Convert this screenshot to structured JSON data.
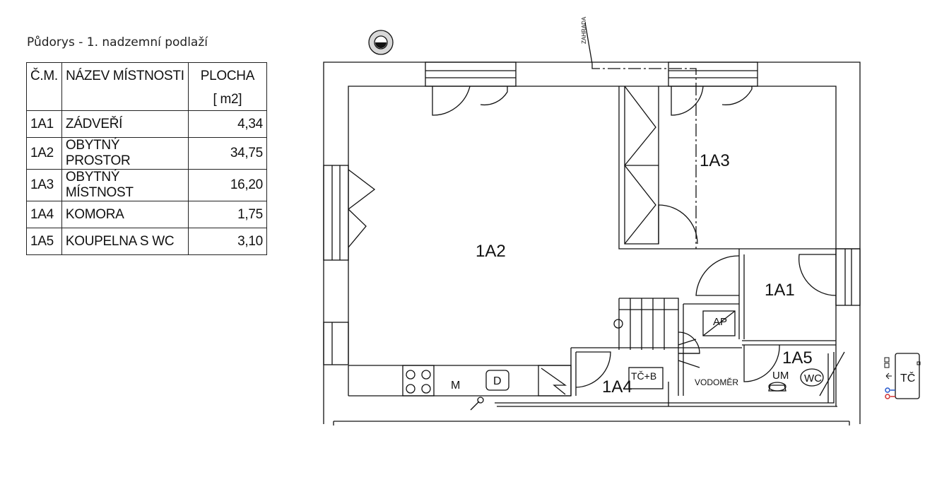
{
  "caption": "Půdorys - 1. nadzemní podlaží",
  "table": {
    "headers": {
      "code": "Č.M.",
      "name": "NÁZEV MÍSTNOSTI",
      "area": "PLOCHA",
      "unit": "[ m2]"
    },
    "rows": [
      {
        "code": "1A1",
        "name": "ZÁDVEŘÍ",
        "area": "4,34"
      },
      {
        "code": "1A2",
        "name": "OBYTNÝ PROSTOR",
        "area": "34,75"
      },
      {
        "code": "1A3",
        "name": "OBYTNÝ MÍSTNOST",
        "area": "16,20"
      },
      {
        "code": "1A4",
        "name": "KOMORA",
        "area": "1,75"
      },
      {
        "code": "1A5",
        "name": "KOUPELNA S WC",
        "area": "3,10"
      }
    ]
  },
  "plan": {
    "rooms": {
      "r1": "1A1",
      "r2": "1A2",
      "r3": "1A3",
      "r4": "1A4",
      "r5": "1A5"
    },
    "fixtures": {
      "ap": "AP",
      "um": "UM",
      "wc": "WC",
      "d": "D",
      "m": "M",
      "vodomer": "VODOMĚR",
      "tcb": "TČ+B",
      "zahrada": "ZAHRADA",
      "tc_unit": "TČ"
    }
  }
}
